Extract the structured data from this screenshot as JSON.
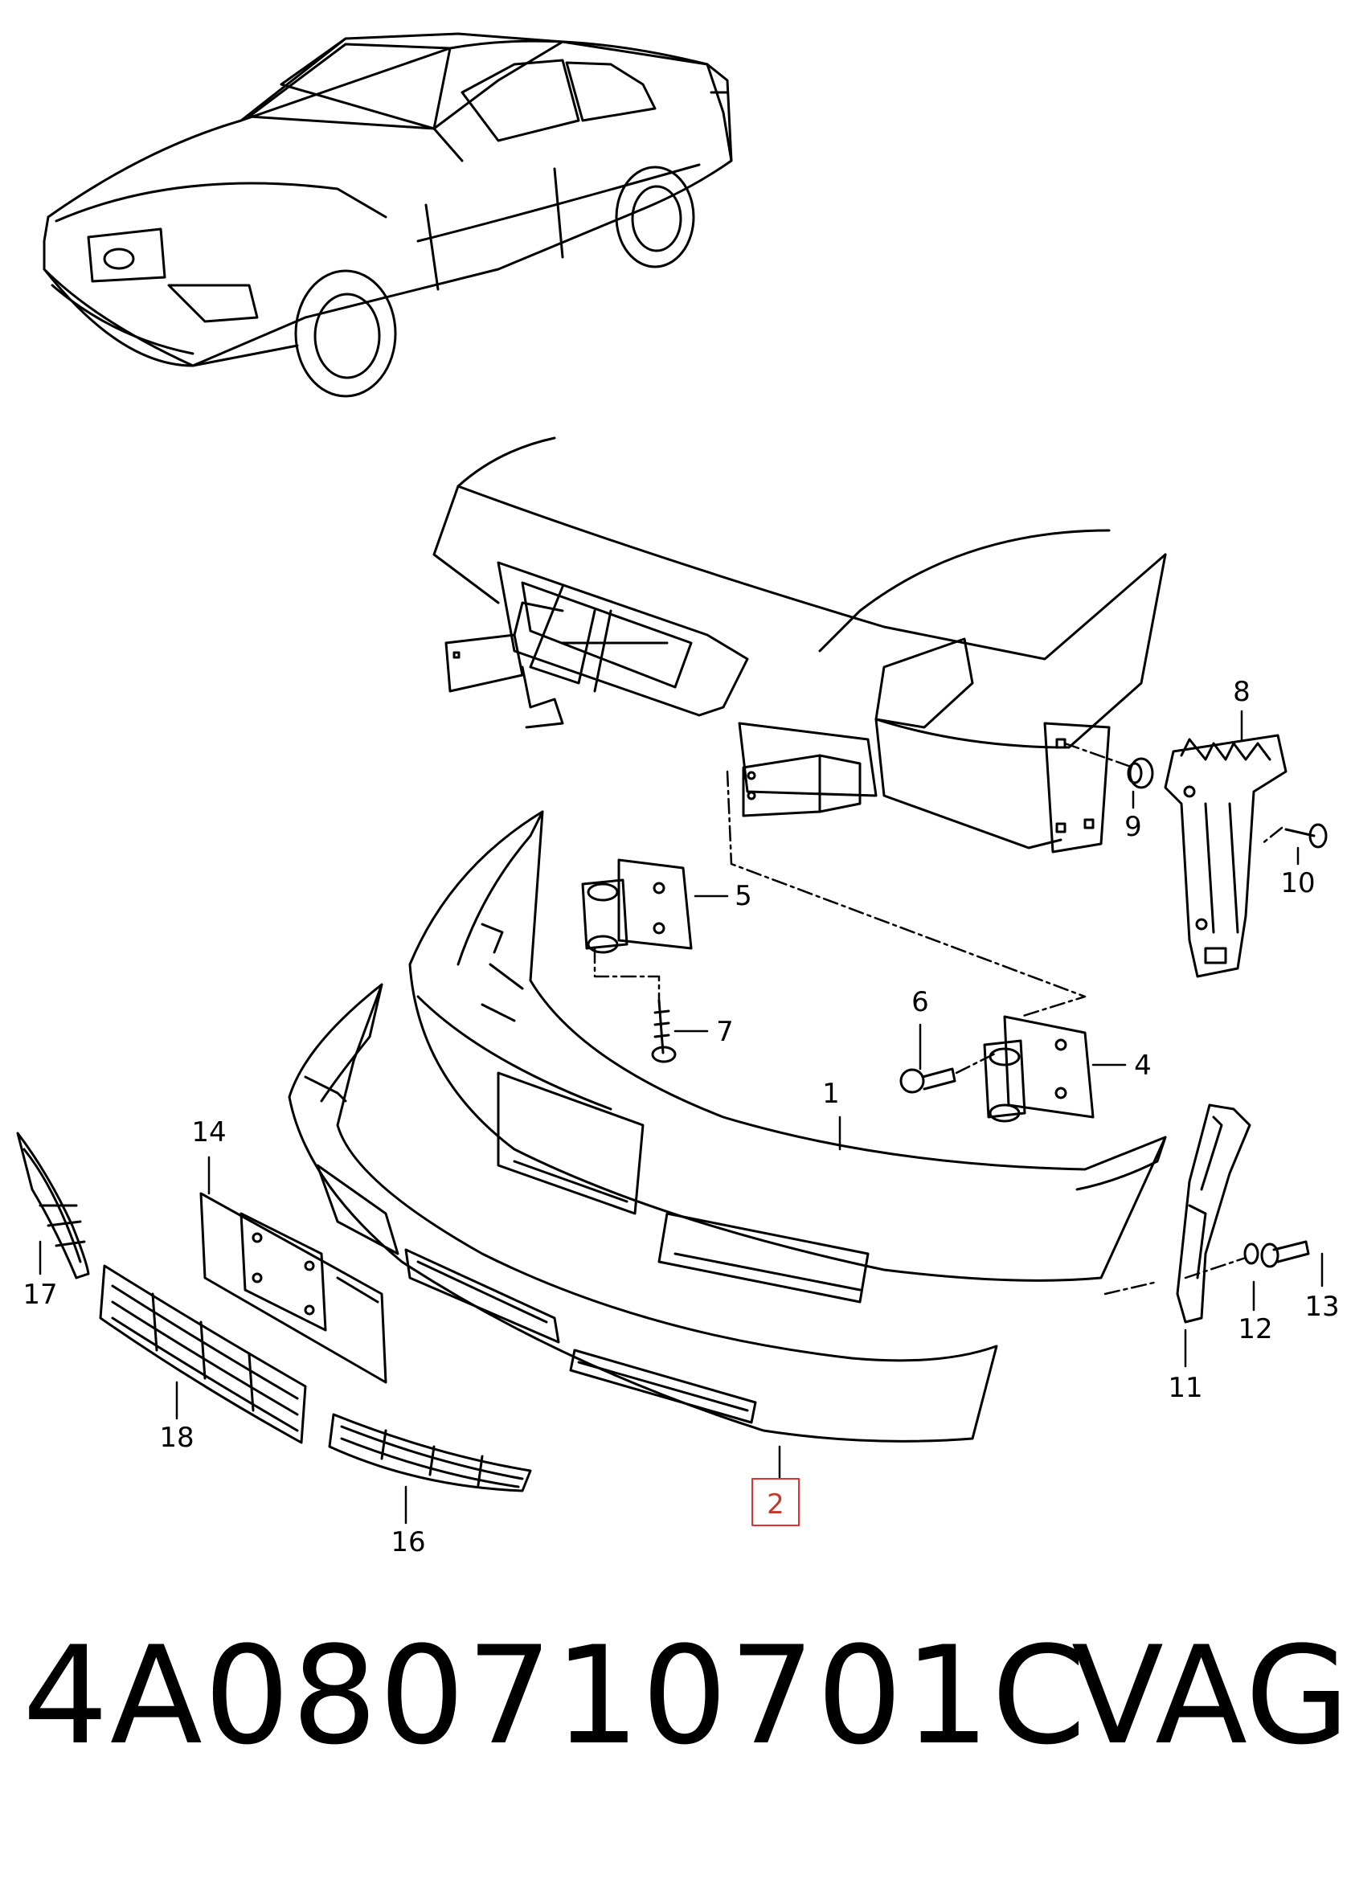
{
  "callouts": {
    "c1": "1",
    "c2": "2",
    "c4": "4",
    "c5": "5",
    "c6": "6",
    "c7": "7",
    "c8": "8",
    "c9": "9",
    "c10": "10",
    "c11": "11",
    "c12": "12",
    "c13": "13",
    "c14": "14",
    "c16": "16",
    "c17": "17",
    "c18": "18"
  },
  "highlight_color": "#e03030",
  "footer": {
    "part_number": "4A080710701C",
    "brand": "VAG"
  }
}
